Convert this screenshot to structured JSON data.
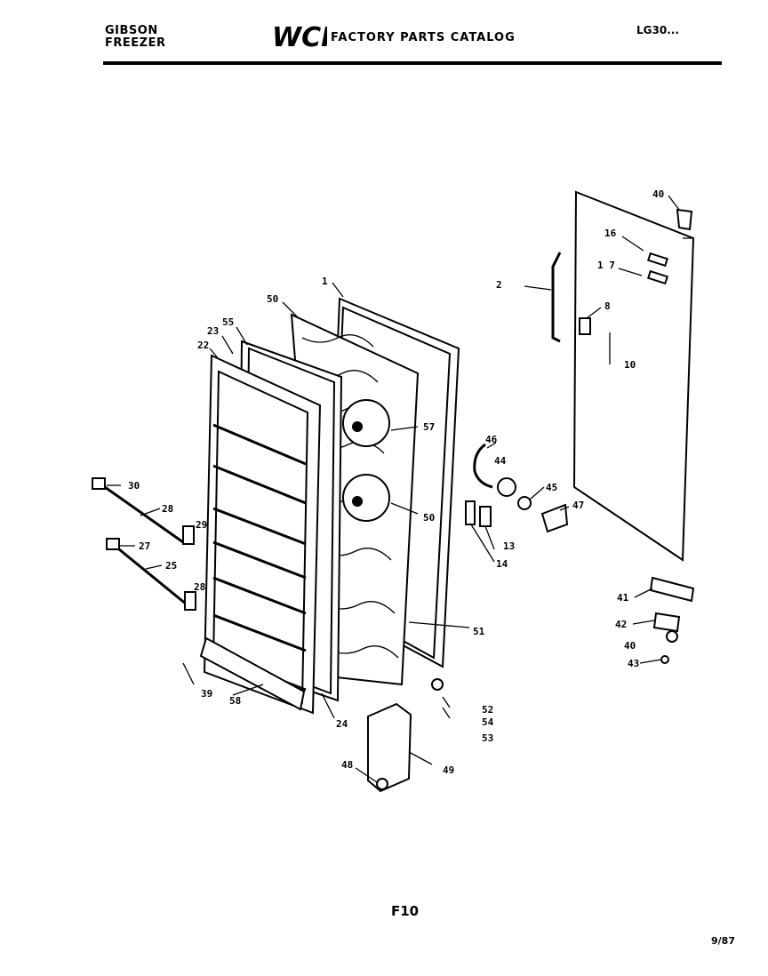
{
  "header": {
    "brand_line1": "GIBSON",
    "brand_line2": "FREEZER",
    "logo_text": "WCI",
    "catalog_title": "FACTORY PARTS CATALOG",
    "model_number": "LG30..."
  },
  "figure_label": "F10",
  "date_code": "9/87",
  "parts": {
    "p1": "1",
    "p2": "2",
    "p8": "8",
    "p10": "10",
    "p13": "13",
    "p14": "14",
    "p16": "16",
    "p17": "1 7",
    "p22": "22",
    "p23": "23",
    "p24": "24",
    "p25": "25",
    "p27": "27",
    "p28a": "28",
    "p28b": "28",
    "p29": "29",
    "p30": "30",
    "p39": "39",
    "p40a": "40",
    "p40b": "40",
    "p41": "41",
    "p42": "42",
    "p43": "43",
    "p44": "44",
    "p45": "45",
    "p46": "46",
    "p47": "47",
    "p48": "48",
    "p49": "49",
    "p50a": "50",
    "p50b": "50",
    "p51": "51",
    "p52": "52",
    "p53": "53",
    "p54": "54",
    "p55": "55",
    "p57": "57",
    "p58": "58"
  }
}
